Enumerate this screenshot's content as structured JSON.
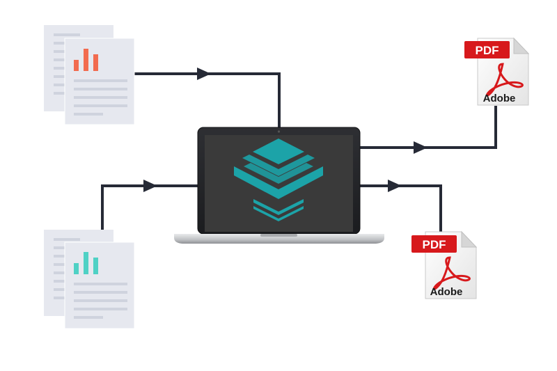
{
  "diagram": {
    "inputs": [
      {
        "name": "report-document-top",
        "accent": "#f26b4f"
      },
      {
        "name": "report-document-bottom",
        "accent": "#4fd1c5"
      }
    ],
    "processor": {
      "name": "laptop",
      "screen_color": "#3a3a3a",
      "logo_color": "#1ca3a8"
    },
    "outputs": [
      {
        "badge": "PDF",
        "brand": "Adobe"
      },
      {
        "badge": "PDF",
        "brand": "Adobe"
      }
    ],
    "colors": {
      "connector": "#262a36",
      "document_page": "#e6e8ef",
      "document_lines": "#cfd3de",
      "pdf_badge": "#d7191c",
      "adobe_logo": "#d7191c"
    }
  }
}
